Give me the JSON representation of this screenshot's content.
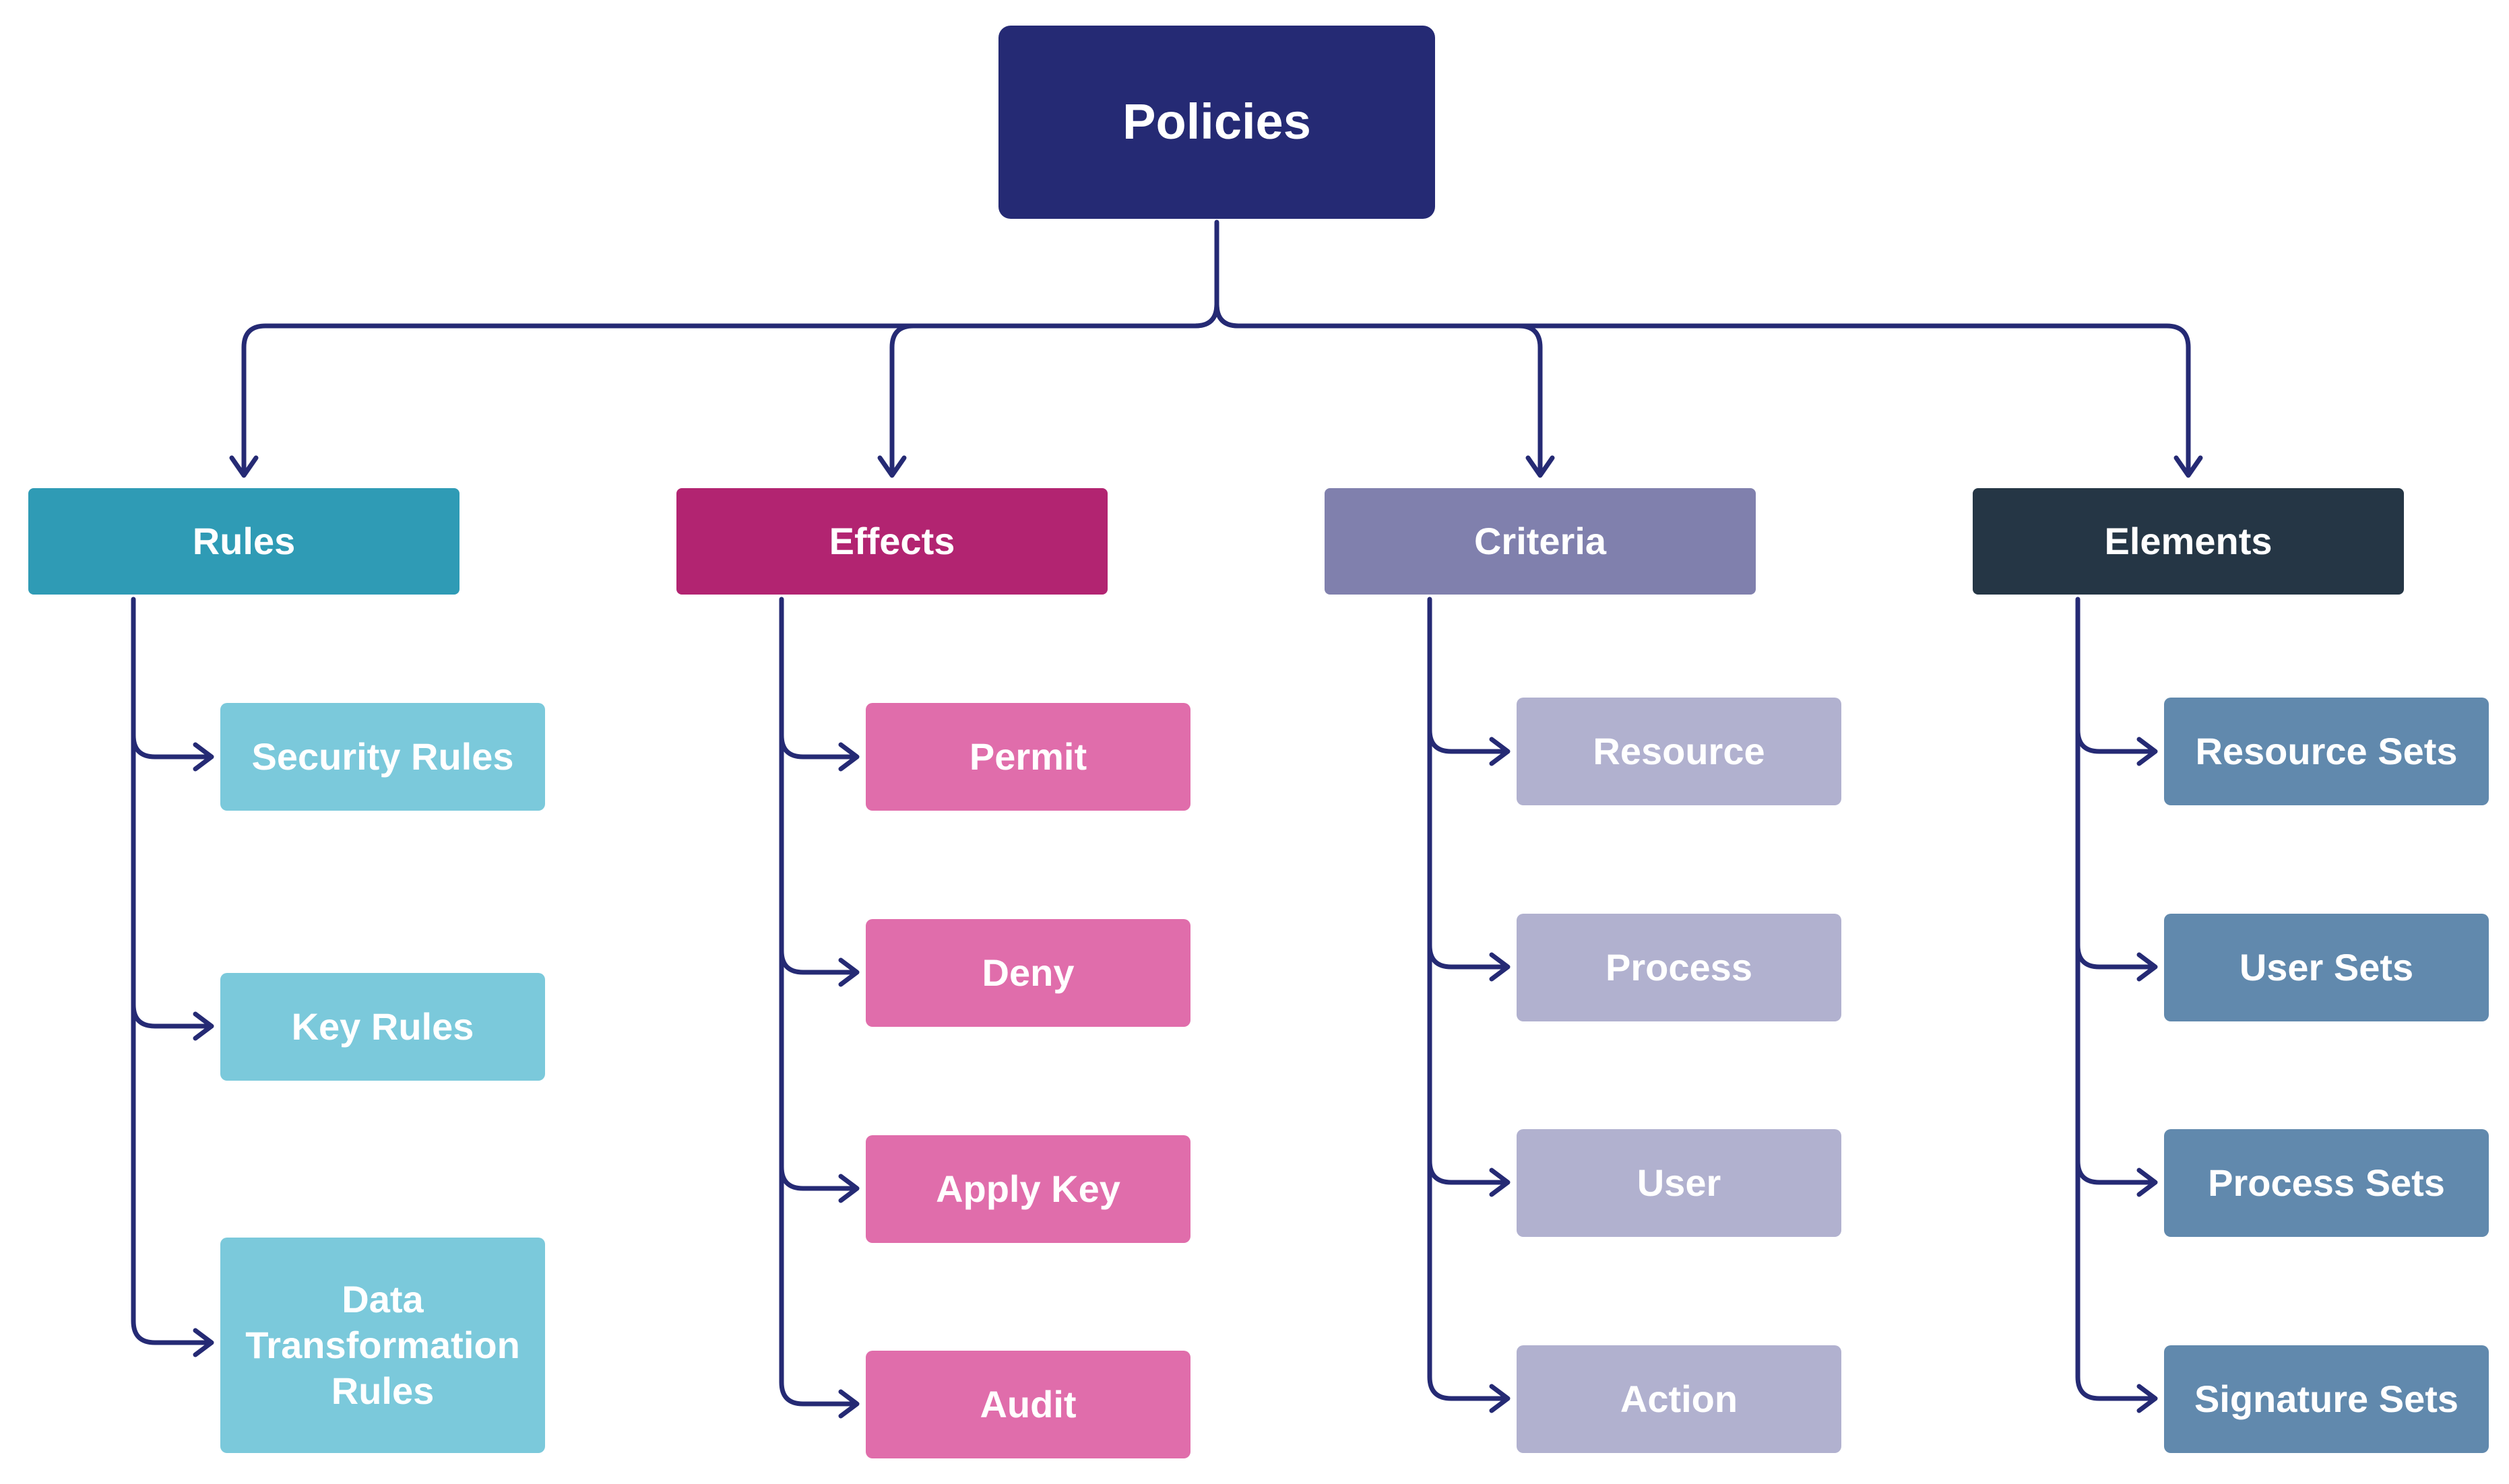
{
  "root": {
    "label": "Policies",
    "color": "#252a74"
  },
  "connector_color": "#252a74",
  "categories": [
    {
      "label": "Rules",
      "color": "#2f9bb5",
      "child_color": "#7bc9db",
      "children": [
        "Security Rules",
        "Key Rules",
        "Data Transformation Rules"
      ]
    },
    {
      "label": "Effects",
      "color": "#b22471",
      "child_color": "#e06dab",
      "children": [
        "Permit",
        "Deny",
        "Apply Key",
        "Audit"
      ]
    },
    {
      "label": "Criteria",
      "color": "#8080ad",
      "child_color": "#b1b1cf",
      "children": [
        "Resource",
        "Process",
        "User",
        "Action"
      ]
    },
    {
      "label": "Elements",
      "color": "#253645",
      "child_color": "#6189ad",
      "children": [
        "Resource Sets",
        "User Sets",
        "Process Sets",
        "Signature Sets"
      ]
    }
  ]
}
